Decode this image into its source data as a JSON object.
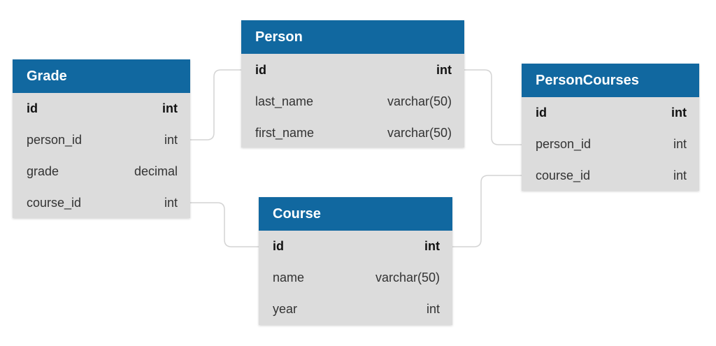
{
  "tables": {
    "person": {
      "title": "Person",
      "rows": [
        {
          "name": "id",
          "type": "int",
          "pk": true
        },
        {
          "name": "last_name",
          "type": "varchar(50)"
        },
        {
          "name": "first_name",
          "type": "varchar(50)"
        }
      ]
    },
    "grade": {
      "title": "Grade",
      "rows": [
        {
          "name": "id",
          "type": "int",
          "pk": true
        },
        {
          "name": "person_id",
          "type": "int"
        },
        {
          "name": "grade",
          "type": "decimal"
        },
        {
          "name": "course_id",
          "type": "int"
        }
      ]
    },
    "personcourses": {
      "title": "PersonCourses",
      "rows": [
        {
          "name": "id",
          "type": "int",
          "pk": true
        },
        {
          "name": "person_id",
          "type": "int"
        },
        {
          "name": "course_id",
          "type": "int"
        }
      ]
    },
    "course": {
      "title": "Course",
      "rows": [
        {
          "name": "id",
          "type": "int",
          "pk": true
        },
        {
          "name": "name",
          "type": "varchar(50)"
        },
        {
          "name": "year",
          "type": "int"
        }
      ]
    }
  },
  "relationships": [
    {
      "from": "grade.person_id",
      "to": "person.id"
    },
    {
      "from": "grade.course_id",
      "to": "course.id"
    },
    {
      "from": "personcourses.person_id",
      "to": "person.id"
    },
    {
      "from": "personcourses.course_id",
      "to": "course.id"
    }
  ],
  "colors": {
    "header": "#1168a0",
    "body": "#dcdcdc",
    "connector": "#d4d4d4"
  }
}
